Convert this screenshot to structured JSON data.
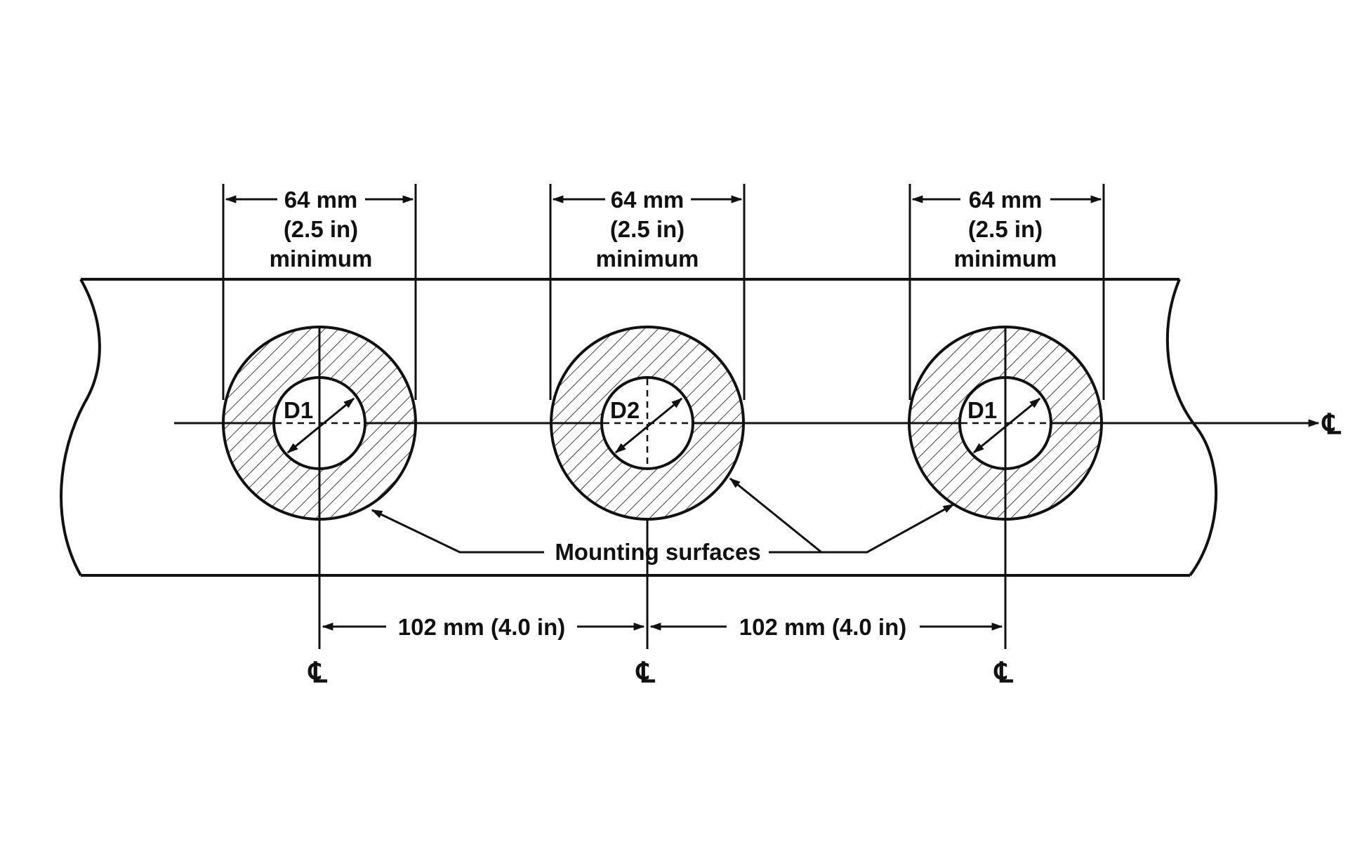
{
  "colors": {
    "ink": "#111111",
    "background": "#ffffff"
  },
  "width_dimension": {
    "value": "64 mm",
    "imperial": "(2.5 in)",
    "qualifier": "minimum"
  },
  "holes": [
    {
      "diameter_label": "D1"
    },
    {
      "diameter_label": "D2"
    },
    {
      "diameter_label": "D1"
    }
  ],
  "spacing_dimensions": [
    {
      "label": "102 mm (4.0 in)"
    },
    {
      "label": "102 mm (4.0 in)"
    }
  ],
  "callout": {
    "label": "Mounting surfaces"
  },
  "centerline_symbol": "℄"
}
